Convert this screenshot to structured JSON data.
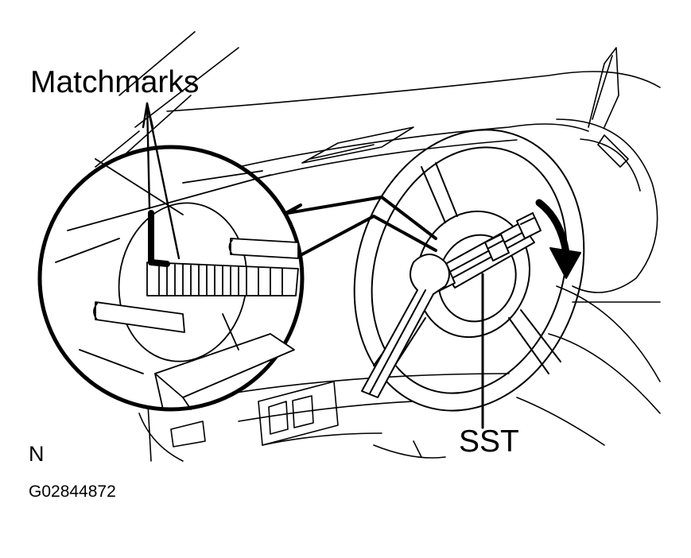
{
  "labels": {
    "matchmarks": "Matchmarks",
    "sst": "SST",
    "corner_code": "N",
    "figure_id": "G02844872"
  },
  "colors": {
    "ink": "#000000",
    "paper": "#ffffff"
  },
  "illustration": {
    "subject": "steering-wheel-removal-with-puller",
    "icons": [
      "magnifier-callout",
      "rotation-arrow",
      "steering-wheel",
      "dashboard",
      "wrench",
      "puller-tool",
      "steering-shaft"
    ]
  }
}
